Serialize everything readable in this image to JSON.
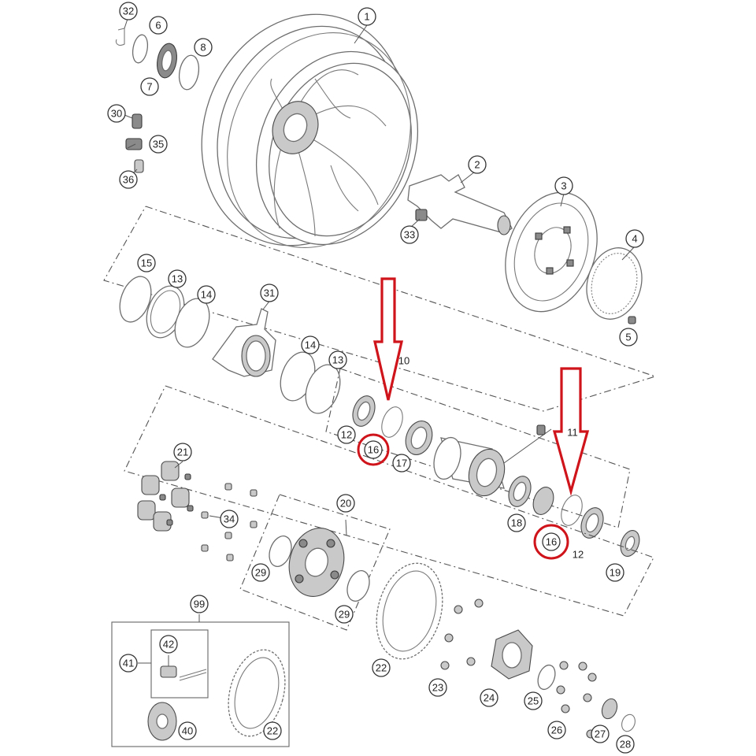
{
  "diagram": {
    "callouts": {
      "c1": "1",
      "c2": "2",
      "c3": "3",
      "c4": "4",
      "c5": "5",
      "c6": "6",
      "c7": "7",
      "c8": "8",
      "c10": "10",
      "c11": "11",
      "c12a": "12",
      "c12b": "12",
      "c13a": "13",
      "c13b": "13",
      "c14a": "14",
      "c14b": "14",
      "c15": "15",
      "c16a": "16",
      "c16b": "16",
      "c17": "17",
      "c18": "18",
      "c19": "19",
      "c20": "20",
      "c21": "21",
      "c22a": "22",
      "c22b": "22",
      "c23": "23",
      "c24": "24",
      "c25": "25",
      "c26": "26",
      "c27": "27",
      "c28": "28",
      "c29a": "29",
      "c29b": "29",
      "c30": "30",
      "c31": "31",
      "c32": "32",
      "c33": "33",
      "c34": "34",
      "c35": "35",
      "c36": "36",
      "c40": "40",
      "c41": "41",
      "c42": "42",
      "c99": "99"
    },
    "highlight_color": "#d0141b",
    "highlighted_parts": [
      "16",
      "16"
    ]
  }
}
